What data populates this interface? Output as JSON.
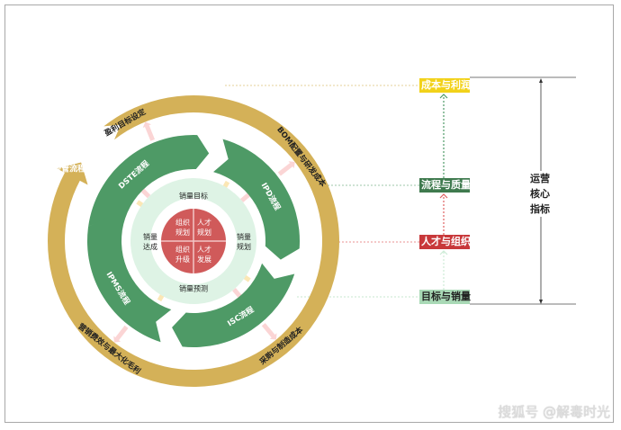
{
  "colors": {
    "gold": "#d4b158",
    "green": "#4e9a66",
    "light_green": "#def3e5",
    "red": "#d05a5a",
    "pink": "#fbd5d5",
    "yellow": "#fbe7b5"
  },
  "outer_ring": {
    "head_label": "经管流程",
    "labels": [
      "盈利目标设定",
      "BOM配置与研发成本",
      "采购与制造成本",
      "营销费效与最大化毛利"
    ]
  },
  "processes": [
    "DSTE流程",
    "IPD流程",
    "ISC流程",
    "IPMS流程"
  ],
  "inner_ring": {
    "top": "销量目标",
    "right": "销量规划",
    "bottom": "销量预测",
    "left": "销量达成"
  },
  "center": [
    "组织规划",
    "人才规划",
    "组织升级",
    "人才发展"
  ],
  "metrics": [
    {
      "label": "成本与利润",
      "bg": "#f2d21a",
      "fg": "#ffffff"
    },
    {
      "label": "流程与质量",
      "bg": "#3f7a4e",
      "fg": "#ffffff"
    },
    {
      "label": "人才与组织",
      "bg": "#c8383a",
      "fg": "#ffffff"
    },
    {
      "label": "目标与销量",
      "bg": "#a9d9b6",
      "fg": "#222222"
    }
  ],
  "core_label": "运营核心指标",
  "watermark": "搜狐号 @解毒时光"
}
